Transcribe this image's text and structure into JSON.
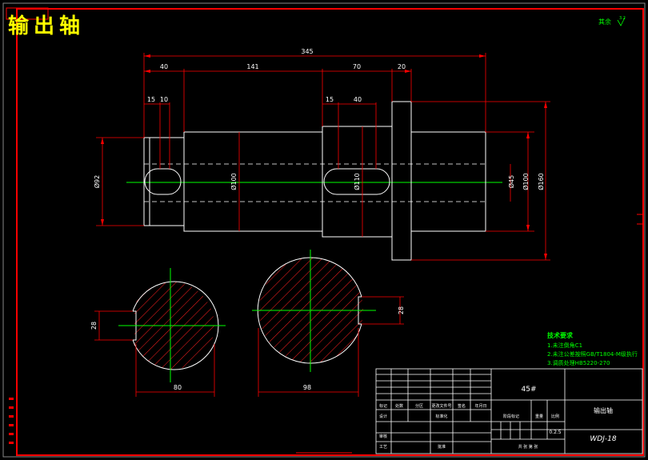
{
  "drawing": {
    "title": "输出轴",
    "roughness_note": "其余 ",
    "roughness_value": "3.2"
  },
  "dimensions": {
    "overall_length": "345",
    "segments": [
      "40",
      "141",
      "70",
      "20"
    ],
    "left_keyway_offset": "15",
    "left_keyway_width": "10",
    "right_keyway_offset": "15",
    "right_keyway_length": "40",
    "dia_left": "Ø92",
    "dia_mid": "Ø100",
    "dia_keyway": "Ø110",
    "dia_r1": "Ø45",
    "dia_r2": "Ø100",
    "dia_collar": "Ø160",
    "sec1_key": "28",
    "sec1_width": "80",
    "sec2_key": "28",
    "sec2_width": "98"
  },
  "tech_requirements": {
    "heading": "技术要求",
    "items": [
      "1.未注倒角C1",
      "2.未注公差按照GB/T1804-M级执行",
      "3.调质处理HB5220-270"
    ]
  },
  "title_block": {
    "material": "45#",
    "part_name": "输出轴",
    "drawing_no": "WDJ-18",
    "scale": "0.2.5",
    "header_cells": [
      "标记",
      "处数",
      "分区",
      "更改文件号",
      "签名",
      "年月日"
    ],
    "row_labels": [
      "设计",
      "标准化",
      "审核",
      "工艺"
    ],
    "mid_cells": [
      "阶段标记",
      "重量",
      "比例"
    ],
    "footer": "共  张  第  张"
  },
  "colors": {
    "frame": "#ff0000",
    "outline": "#ffffff",
    "centerline": "#00ff00",
    "dimension": "#ff0000",
    "text": "#ffffff",
    "accent": "#ffff00",
    "hatch": "#ff2020"
  }
}
